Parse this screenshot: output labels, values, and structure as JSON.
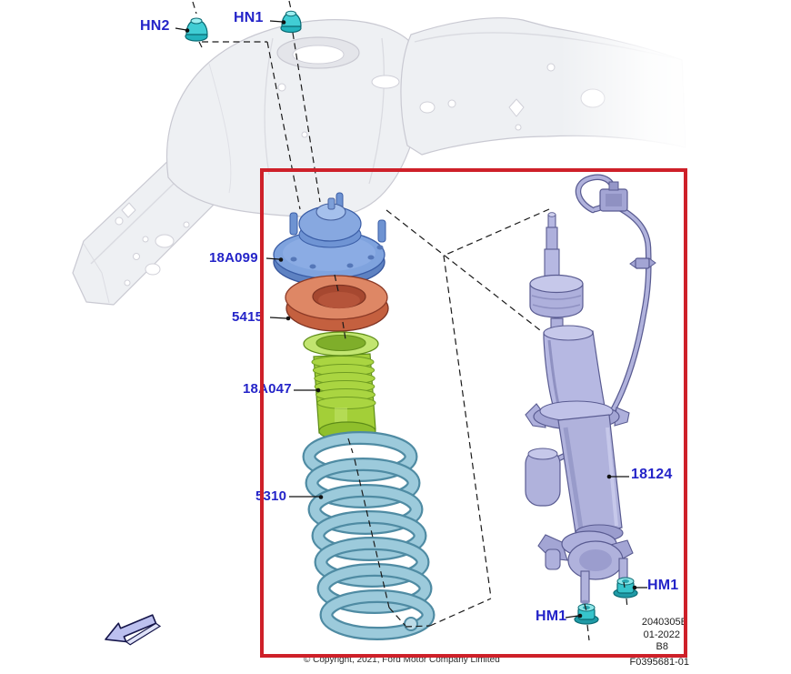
{
  "callouts": {
    "hn2": "HN2",
    "hn1": "HN1",
    "strut_mount": "18A099",
    "spring_isolator": "5415",
    "dust_boot": "18A047",
    "coil_spring": "5310",
    "shock_absorber": "18124",
    "hm1_left": "HM1",
    "hm1_right": "HM1"
  },
  "plate": {
    "revision_code": "2040305B",
    "revision_date": "01-2022",
    "sheet": "B8",
    "figure_number": "F0395681-01"
  },
  "footer": {
    "copyright": "© Copyright, 2021, Ford Motor Company Limited"
  },
  "colors": {
    "highlight_box": "#ce2029",
    "callout_text": "#2424c8",
    "hardware_teal": "#3cc6cd",
    "strut_mount_blue": "#7fa3de",
    "isolator_orange": "#dd8663",
    "dust_boot_green": "#a3cf38",
    "coil_spring_blue": "#9ccadb",
    "shock_lavender": "#b3b5de",
    "frame_gray": "#eeeef2",
    "front_arrow_lavender": "#bcc0ef"
  },
  "graphics": {
    "frame_illustration": "truck-frame-rail-and-shock-tower",
    "front_arrow": "front-direction-arrow"
  }
}
